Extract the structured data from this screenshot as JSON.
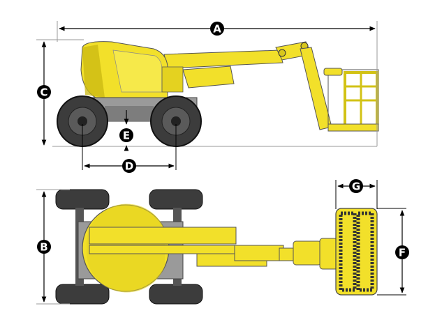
{
  "labels": {
    "A": "A",
    "B": "B",
    "C": "C",
    "D": "D",
    "E": "E",
    "F": "F",
    "G": "G"
  },
  "colors": {
    "machine_yellow": "#f2e02a",
    "machine_shadow": "#c9b812",
    "tire": "#3c3c3c",
    "tire_dark": "#222222",
    "dimension_line": "#000000",
    "badge": "#000000",
    "guide_line": "#9a9a9a"
  },
  "icons": {
    "side_view": "aerial-work-platform-side-view",
    "top_view": "aerial-work-platform-top-view"
  }
}
